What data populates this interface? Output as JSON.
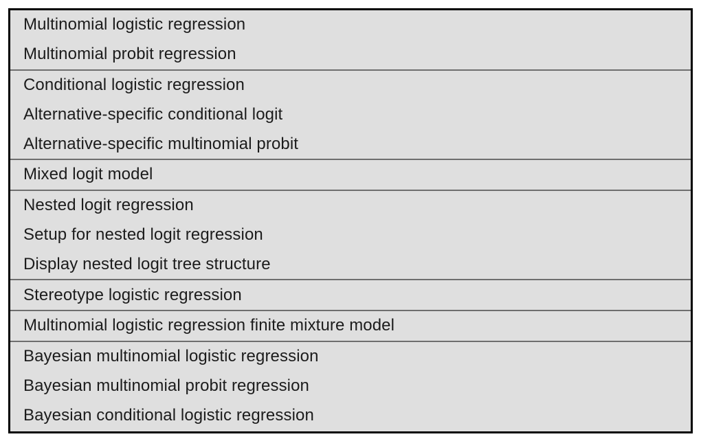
{
  "table": {
    "description": "List of categorical-outcome regression model types grouped by family",
    "background_color": "#dfdfdf",
    "outer_border_color": "#000000",
    "separator_color": "#6e6e6e",
    "text_color": "#1c1c1c",
    "groups": [
      {
        "rows": [
          "Multinomial logistic regression",
          "Multinomial probit regression"
        ]
      },
      {
        "rows": [
          "Conditional logistic regression",
          "Alternative-specific conditional logit",
          "Alternative-specific multinomial probit"
        ]
      },
      {
        "rows": [
          "Mixed logit model"
        ]
      },
      {
        "rows": [
          "Nested logit regression",
          "Setup for nested logit regression",
          "Display nested logit tree structure"
        ]
      },
      {
        "rows": [
          "Stereotype logistic regression"
        ]
      },
      {
        "rows": [
          "Multinomial logistic regression finite mixture model"
        ]
      },
      {
        "rows": [
          "Bayesian multinomial logistic regression",
          "Bayesian multinomial probit regression",
          "Bayesian conditional logistic regression"
        ]
      }
    ]
  }
}
